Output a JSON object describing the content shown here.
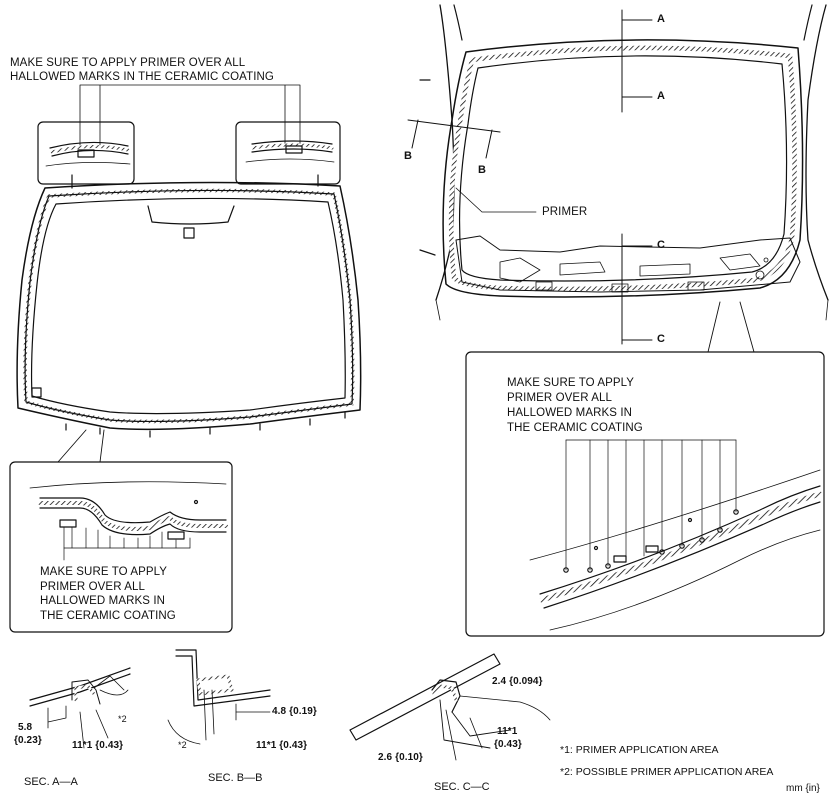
{
  "callouts": {
    "top_left": [
      "MAKE SURE TO APPLY PRIMER OVER ALL",
      "HALLOWED MARKS IN THE CERAMIC COATING"
    ],
    "bottom_left": [
      "MAKE SURE TO APPLY",
      "PRIMER OVER ALL",
      "HALLOWED MARKS IN",
      "THE CERAMIC COATING"
    ],
    "right": [
      "MAKE SURE TO APPLY",
      "PRIMER OVER ALL",
      "HALLOWED MARKS IN",
      "THE CERAMIC COATING"
    ]
  },
  "labels": {
    "primer": "PRIMER",
    "section_letters": {
      "a1": "A",
      "a2": "A",
      "b1": "B",
      "b2": "B",
      "c1": "C",
      "c2": "C"
    }
  },
  "sections": {
    "aa": {
      "title": "SEC. A—A",
      "dim1": "5.8",
      "dim1_in": "{0.23}",
      "dim2": "11*1 {0.43}",
      "star": "*2"
    },
    "bb": {
      "title": "SEC. B—B",
      "dim1": "4.8 {0.19}",
      "dim2": "11*1 {0.43}",
      "star": "*2"
    },
    "cc": {
      "title": "SEC. C—C",
      "dim1": "2.4 {0.094}",
      "dim2": "11*1",
      "dim2_in": "{0.43}",
      "dim3": "2.6 {0.10}"
    }
  },
  "notes": {
    "note1": "*1: PRIMER APPLICATION AREA",
    "note2": "*2: POSSIBLE PRIMER APPLICATION AREA",
    "units": "mm {in}"
  }
}
